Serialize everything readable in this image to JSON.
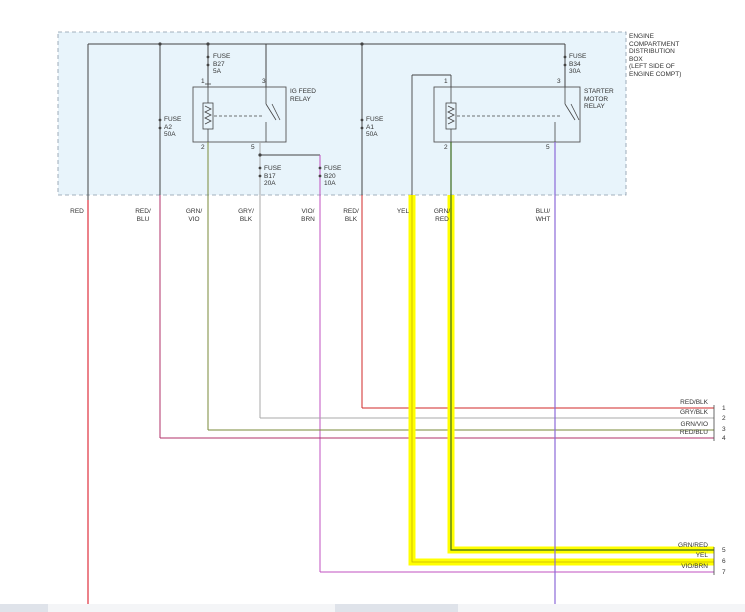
{
  "box_label": "ENGINE\nCOMPARTMENT\nDISTRIBUTION\nBOX\n(LEFT SIDE OF\nENGINE COMPT)",
  "fuses": {
    "b27": "FUSE\nB27\n5A",
    "a2": "FUSE\nA2\n50A",
    "a1": "FUSE\nA1\n50A",
    "b17": "FUSE\nB17\n20A",
    "b20": "FUSE\nB20\n10A",
    "b34": "FUSE\nB34\n30A"
  },
  "relays": {
    "ig_feed": "IG FEED\nRELAY",
    "starter": "STARTER\nMOTOR\nRELAY"
  },
  "relay_pins": {
    "p1": "1",
    "p2": "2",
    "p3": "3",
    "p5": "5"
  },
  "wire_labels": {
    "red": "RED",
    "red_blu": "RED/\nBLU",
    "grn_vio": "GRN/\nVIO",
    "gry_blk": "GRY/\nBLK",
    "vio_brn": "VIO/\nBRN",
    "red_blk": "RED/\nBLK",
    "yel": "YEL",
    "grn_red": "GRN/\nRED",
    "blu_wht": "BLU/\nWHT"
  },
  "connector_rows": [
    {
      "label": "RED/BLK",
      "pin": "1"
    },
    {
      "label": "GRY/BLK",
      "pin": "2"
    },
    {
      "label": "GRN/VIO",
      "pin": "3"
    },
    {
      "label": "RED/BLU",
      "pin": "4"
    },
    {
      "label": "GRN/RED",
      "pin": "5"
    },
    {
      "label": "YEL",
      "pin": "6"
    },
    {
      "label": "VIO/BRN",
      "pin": "7"
    }
  ],
  "colors": {
    "red": "#e0303c",
    "red_blu": "#b0306a",
    "grn_vio": "#7a8a3a",
    "gry_blk": "#a8a8a8",
    "vio_brn": "#c050c0",
    "red_blk": "#d02828",
    "yel": "#ffff00",
    "grn_red": "#3a6a1a",
    "blu_wht": "#8c6ad8",
    "box_fill": "#e8f4fb",
    "box_border": "#8898a8"
  }
}
